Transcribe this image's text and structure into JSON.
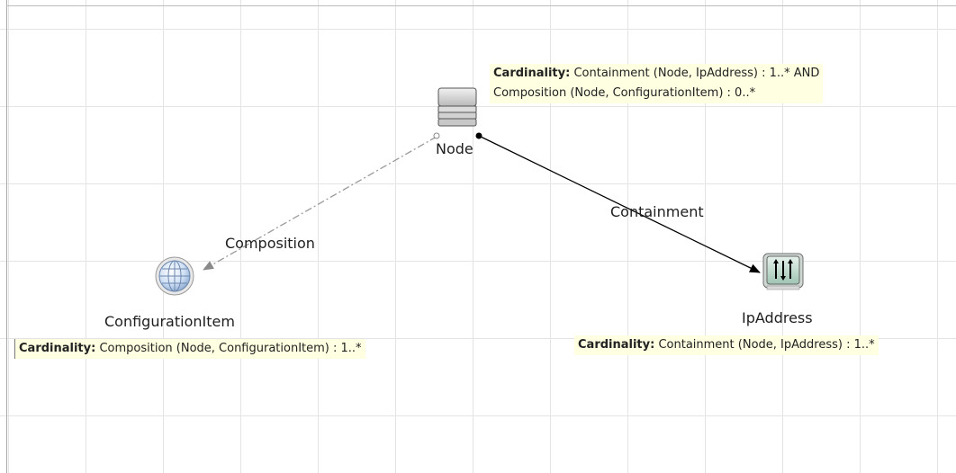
{
  "nodes": {
    "node": {
      "label": "Node"
    },
    "configuration_item": {
      "label": "ConfigurationItem"
    },
    "ip_address": {
      "label": "IpAddress"
    }
  },
  "edges": {
    "composition": {
      "label": "Composition"
    },
    "containment": {
      "label": "Containment"
    }
  },
  "tooltips": {
    "node": {
      "heading": "Cardinality:",
      "line1": "Containment (Node, IpAddress) : 1..* AND",
      "line2": "Composition (Node, ConfigurationItem) : 0..*"
    },
    "configuration_item": {
      "heading": "Cardinality:",
      "text": "Composition (Node, ConfigurationItem) : 1..*"
    },
    "ip_address": {
      "heading": "Cardinality:",
      "text": "Containment (Node, IpAddress) : 1..*"
    }
  },
  "colors": {
    "grid": "#e4e4e4",
    "tooltip_bg": "#ffffe1",
    "containment_line": "#000000",
    "composition_line": "#999999"
  }
}
